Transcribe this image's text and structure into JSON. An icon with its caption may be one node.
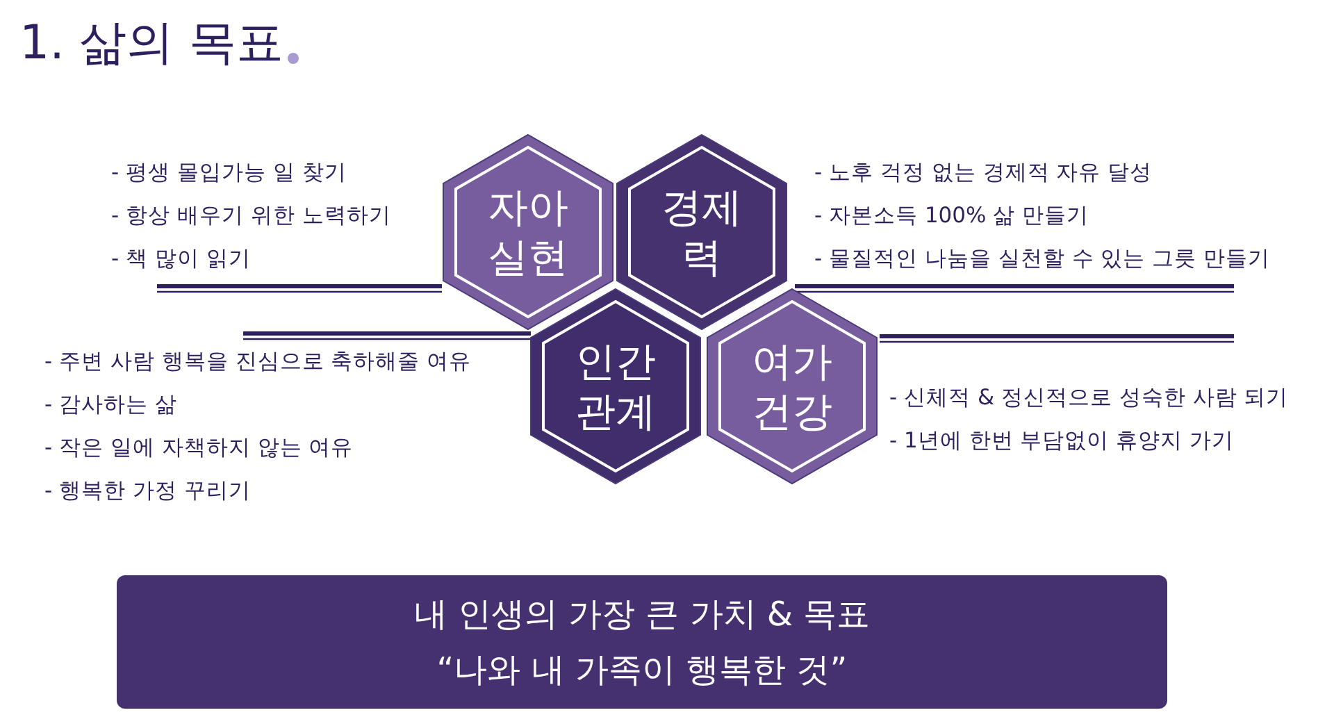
{
  "diagram": {
    "title": "1. 삶의 목표",
    "nodes": [
      {
        "text": [
          "자아 실현"
        ],
        "beside": [
          "- 평생 몰입가능 일 찾기",
          "- 항상 배우기 위한 노력하기",
          "- 책 많이 읽기"
        ]
      },
      {
        "text": [
          "경제력"
        ],
        "beside": [
          "- 노후 걱정 없는 경제적 자유 달성",
          "- 자본소득 100% 삶 만들기",
          "- 물질적인 나눔을 실천할 수 있는 그릇 만들기"
        ]
      },
      {
        "text": [
          "인간 관계"
        ],
        "beside": [
          "- 주변 사람 행복을 진심으로 축하해줄 여유",
          "- 감사하는 삶",
          "- 작은 일에 자책하지 않는 여유",
          "- 행복한 가정 꾸리기"
        ]
      },
      {
        "text": [
          "여가 건강"
        ],
        "beside": [
          "- 신체적 & 정신적으로 성숙한 사람 되기",
          "- 1년에 한번 부담없이 휴양지 가기"
        ]
      },
      {
        "text": [
          "내 인생의 가장 큰 가치 & 목표",
          "“나와 내 가족이 행복한 것”"
        ]
      }
    ],
    "edges": []
  }
}
